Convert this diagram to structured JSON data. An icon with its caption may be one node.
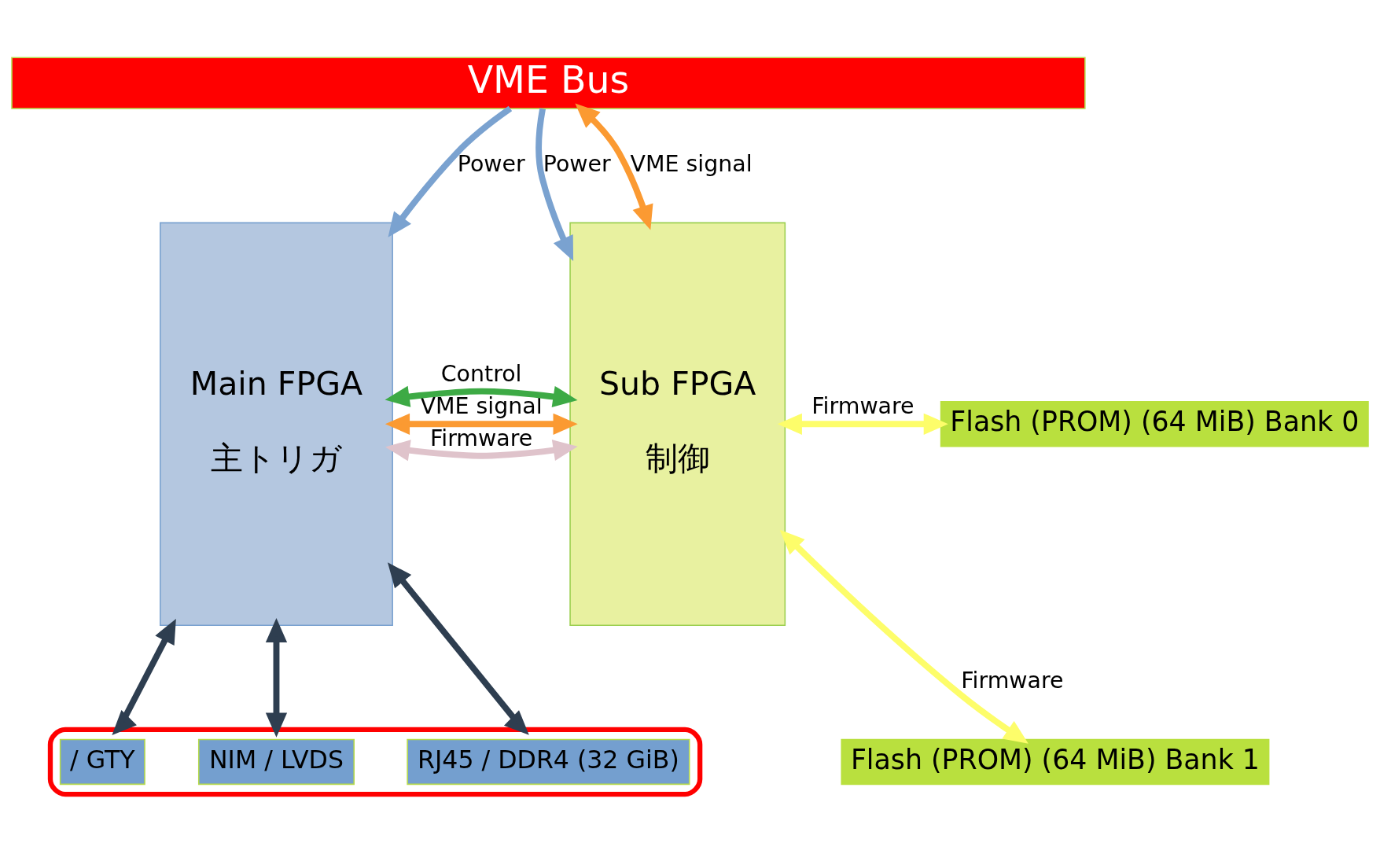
{
  "diagram": {
    "nodes": [
      {
        "text": [
          "VME Bus"
        ]
      },
      {
        "text": [
          "Main FPGA",
          "主トリガ"
        ]
      },
      {
        "text": [
          "Sub FPGA",
          "制御"
        ]
      },
      {
        "text": [
          "Flash (PROM) (64 MiB) Bank 0"
        ]
      },
      {
        "text": [
          "Flash (PROM) (64 MiB) Bank 1"
        ]
      },
      {
        "text": [],
        "shape": "box"
      },
      {
        "text": [
          "/ GTY"
        ],
        "in": 5
      },
      {
        "text": [
          "NIM / LVDS"
        ],
        "in": 5
      },
      {
        "text": [
          "RJ45 / DDR4 (32 GiB)"
        ],
        "in": 5
      }
    ],
    "edges": [
      {
        "from": 0,
        "to": 1,
        "arrow": "to",
        "label": "Power",
        "color": "#7aa2d0"
      },
      {
        "from": 0,
        "to": 2,
        "arrow": "to",
        "label": "Power",
        "color": "#7aa2d0"
      },
      {
        "from": 0,
        "to": 2,
        "arrow": "both",
        "label": "VME signal",
        "color": "#fb9a32"
      },
      {
        "from": 1,
        "to": 2,
        "arrow": "both",
        "label": "VME signal",
        "color": "#fb9a32"
      },
      {
        "from": 1,
        "to": 2,
        "arrow": "both",
        "label": "Control",
        "color": "#3daa45"
      },
      {
        "from": 1,
        "to": 2,
        "arrow": "both",
        "label": "Firmware",
        "color": "#dfc3cb"
      },
      {
        "from": 2,
        "to": 3,
        "arrow": "both",
        "label": "Firmware",
        "color": "#fdfd6a"
      },
      {
        "from": 2,
        "to": 4,
        "arrow": "both",
        "label": "Firmware",
        "color": "#fdfd6a"
      },
      {
        "from": 1,
        "to": 5,
        "arrow": "both"
      },
      {
        "from": 1,
        "to": 5,
        "arrow": "both"
      },
      {
        "from": 1,
        "to": 5,
        "arrow": "both"
      }
    ]
  }
}
